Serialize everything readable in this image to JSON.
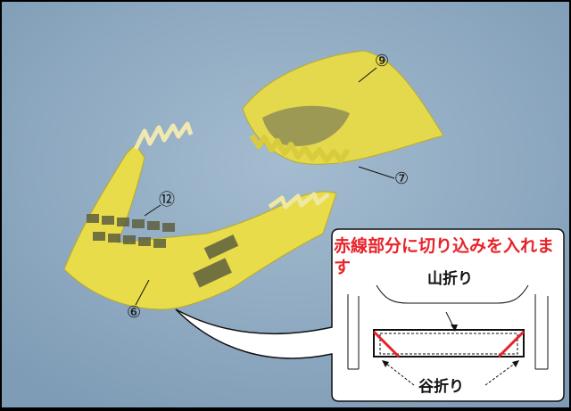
{
  "labels": {
    "part_9": "⑨",
    "part_7": "⑦",
    "part_12": "⑫",
    "part_6": "⑥"
  },
  "callout": {
    "title": "赤線部分に切り込みを入れます",
    "mountain_fold": "山折り",
    "valley_fold": "谷折り"
  },
  "colors": {
    "background": "#8aa8c2",
    "part_yellow": "#e9dc4a",
    "cut_line": "#e8232a"
  }
}
